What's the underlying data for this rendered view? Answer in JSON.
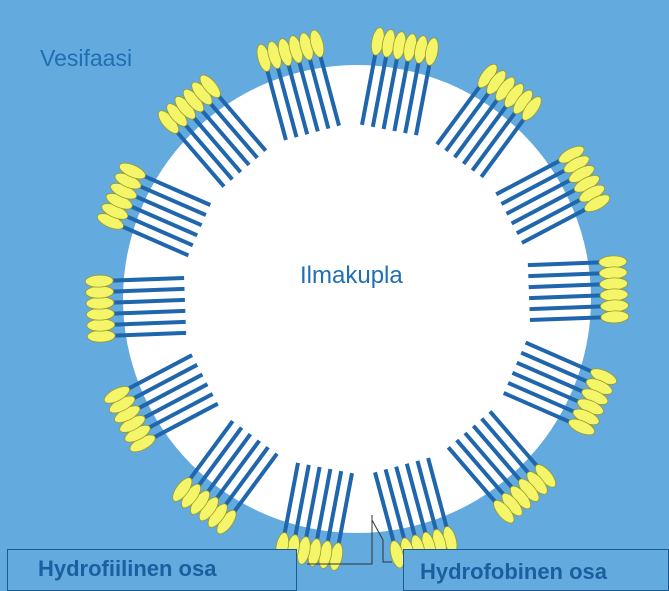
{
  "diagram": {
    "phase_label": "Vesifaasi",
    "bubble_label": "Ilmakupla",
    "callouts": {
      "hydrophilic": "Hydrofiilinen osa",
      "hydrophobic": "Hydrofobinen osa"
    }
  },
  "colors": {
    "background": "#63aadf",
    "bubble": "#ffffff",
    "tail": "#1f66ad",
    "head": "#f5f56a",
    "head_outline": "#9a9a2a",
    "text": "#1f6fb2",
    "callout_border": "#1b5a91"
  }
}
